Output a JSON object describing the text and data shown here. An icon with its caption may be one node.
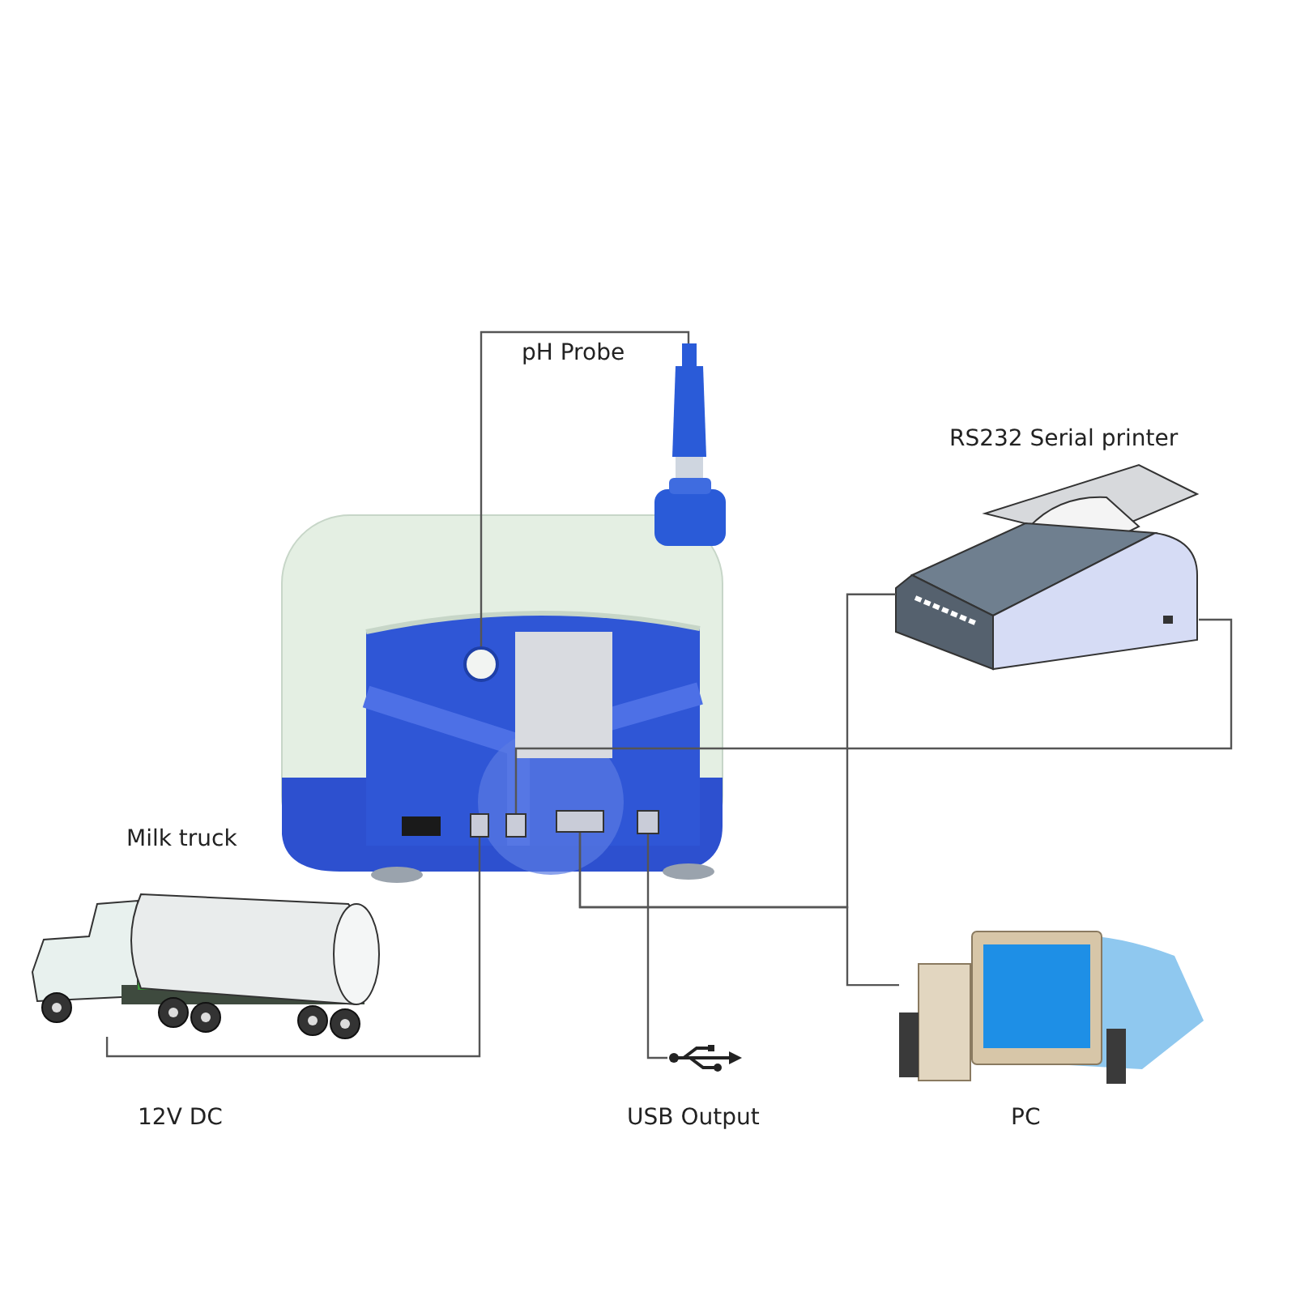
{
  "diagram": {
    "nodes": [
      {
        "text": [],
        "shape": "picture"
      },
      {
        "text": [],
        "shape": "circle",
        "in": 0
      },
      {
        "text": [],
        "shape": "box",
        "in": 0
      },
      {
        "text": [],
        "shape": "box",
        "in": 0
      },
      {
        "text": [],
        "shape": "box",
        "in": 0
      },
      {
        "text": [],
        "shape": "box",
        "in": 0
      },
      {
        "text": [],
        "shape": "picture",
        "beside": [
          "pH Probe"
        ]
      },
      {
        "text": [],
        "shape": "picture",
        "beside": [
          "RS232 Serial printer"
        ]
      },
      {
        "text": [],
        "shape": "picture",
        "beside": [
          "Milk truck"
        ]
      },
      {
        "text": [],
        "shape": "picture",
        "beside": [
          "PC"
        ]
      },
      {
        "text": [],
        "shape": "picture",
        "beside": [
          "USB Output"
        ]
      }
    ],
    "edges": [
      {
        "from": 1,
        "to": 6,
        "arrow": "none"
      },
      {
        "from": 3,
        "to": 7,
        "arrow": "none"
      },
      {
        "from": 4,
        "to": 7,
        "arrow": "none"
      },
      {
        "from": 4,
        "to": 9,
        "arrow": "none"
      },
      {
        "from": 2,
        "to": 8,
        "arrow": "none"
      },
      {
        "from": 5,
        "to": 10,
        "arrow": "none"
      }
    ],
    "labels": [
      "12V DC"
    ]
  }
}
